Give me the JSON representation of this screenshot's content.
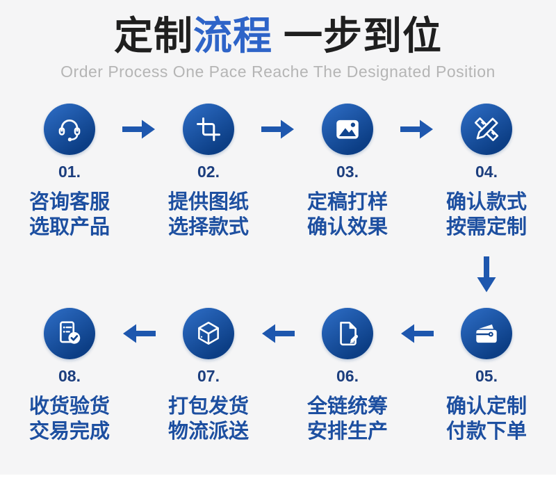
{
  "page": {
    "background_color": "#f5f5f6",
    "accent_color": "#2e64c8",
    "circle_gradient": [
      "#2f6fc8",
      "#0c3e85"
    ],
    "arrow_color": "#1e57ae",
    "step_text_color": "#1d4fa0"
  },
  "header": {
    "title_part1": "定制",
    "title_part2": "流程",
    "title_part3": "一步到位",
    "subtitle": "Order Process One Pace Reache The Designated Position"
  },
  "flow": {
    "row1_arrow_icon": "arrow-right-icon",
    "row2_arrow_icon": "arrow-left-icon",
    "between_rows_icon": "arrow-down-icon"
  },
  "steps": [
    {
      "number": "01.",
      "icon": "headset-icon",
      "line1": "咨询客服",
      "line2": "选取产品"
    },
    {
      "number": "02.",
      "icon": "crop-icon",
      "line1": "提供图纸",
      "line2": "选择款式"
    },
    {
      "number": "03.",
      "icon": "image-icon",
      "line1": "定稿打样",
      "line2": "确认效果"
    },
    {
      "number": "04.",
      "icon": "pen-ruler-icon",
      "line1": "确认款式",
      "line2": "按需定制"
    },
    {
      "number": "05.",
      "icon": "wallet-icon",
      "line1": "确认定制",
      "line2": "付款下单"
    },
    {
      "number": "06.",
      "icon": "document-edit-icon",
      "line1": "全链统筹",
      "line2": "安排生产"
    },
    {
      "number": "07.",
      "icon": "package-icon",
      "line1": "打包发货",
      "line2": "物流派送"
    },
    {
      "number": "08.",
      "icon": "checklist-icon",
      "line1": "收货验货",
      "line2": "交易完成"
    }
  ]
}
